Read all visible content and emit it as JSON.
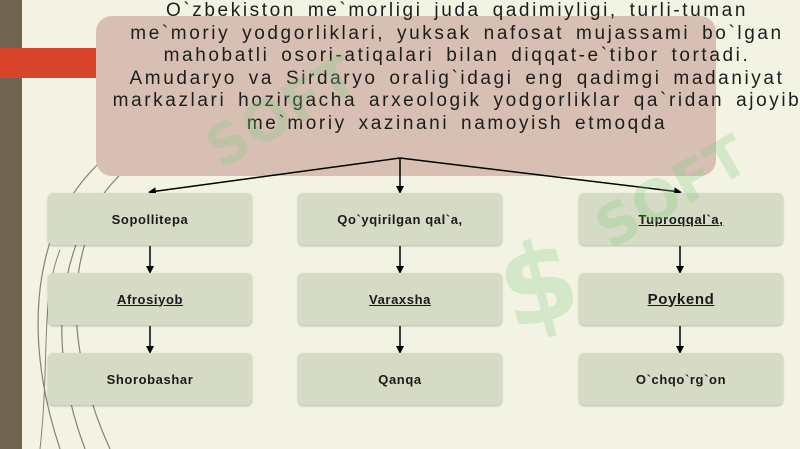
{
  "main_text": "O`zbekiston me`morligi juda qadimiyligi, turli-tuman me`moriy yodgorliklari, yuksak nafosat mujassami bo`lgan mahobatli osori-atiqalari bilan diqqat-e`tibor tortadi. Amudaryo va Sirdaryo oralig`idagi eng qadimgi madaniyat markazlari hozirgacha arxeologik yodgorliklar qa`ridan ajoyib me`moriy xazinani namoyish etmoqda",
  "columns": [
    {
      "nodes": [
        "Sopollitepa",
        "Afrosiyob",
        "Shorobashar"
      ]
    },
    {
      "nodes": [
        "Qo`yqirilgan qal`a,",
        "Varaxsha",
        "Qanqa"
      ]
    },
    {
      "nodes": [
        "Tuproqqal`a,",
        "Poykend",
        "O`chqo`rg`on"
      ]
    }
  ],
  "watermarks": [
    "SOFT",
    "SOFT",
    "$"
  ]
}
